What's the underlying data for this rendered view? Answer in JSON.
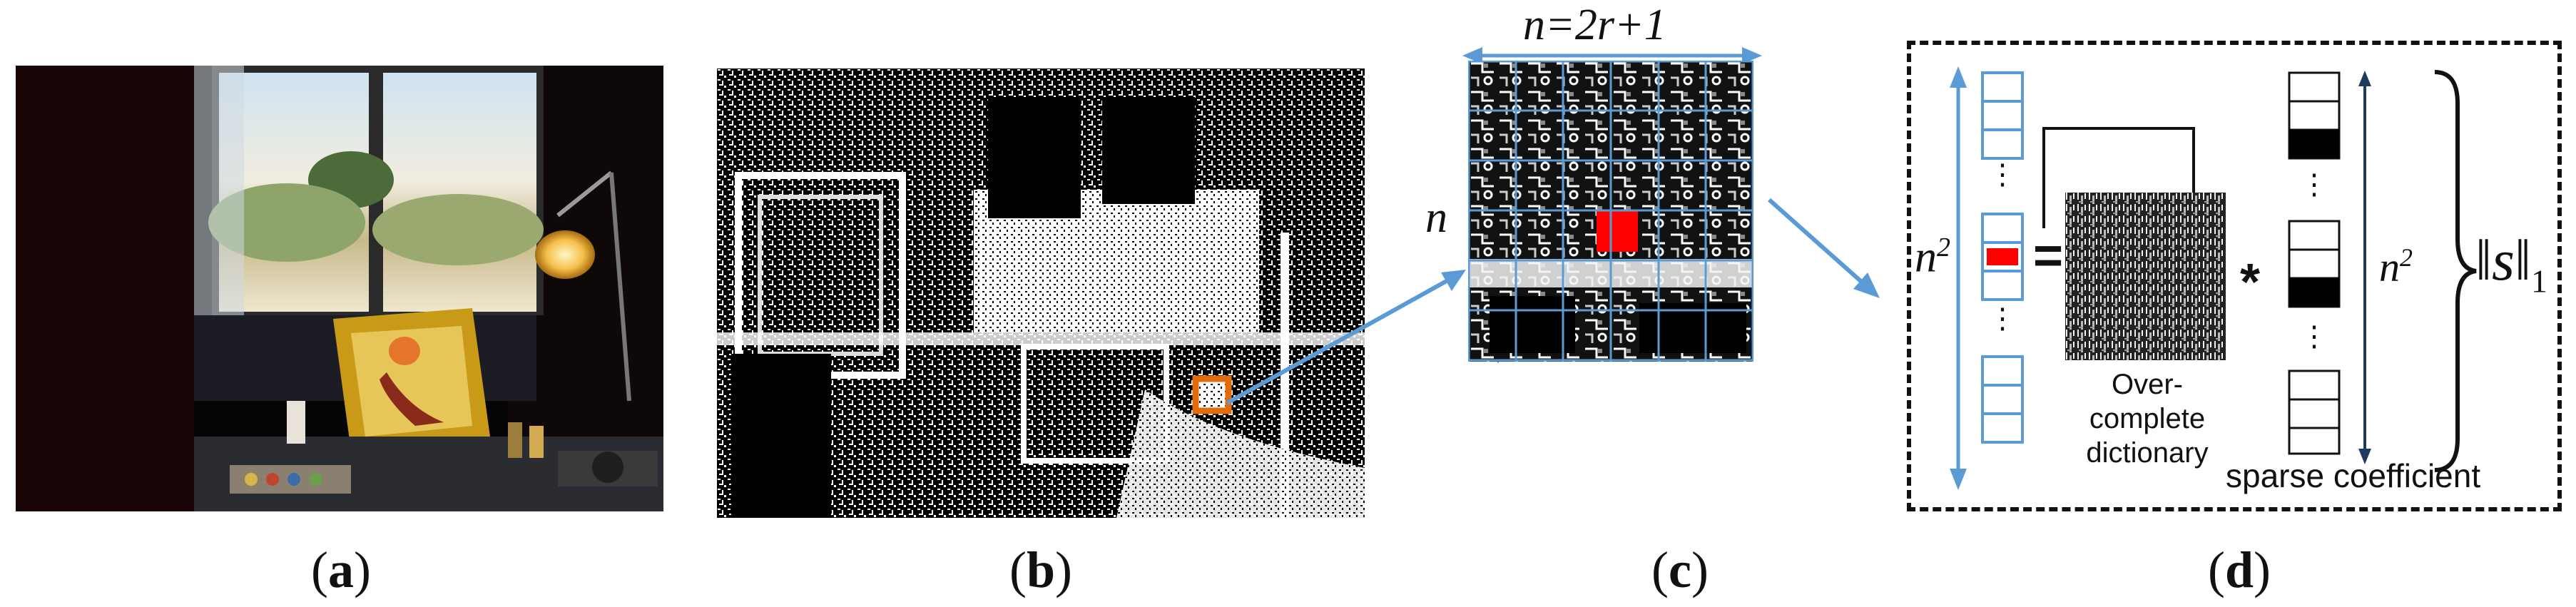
{
  "panels": {
    "a": "a",
    "b": "b",
    "c": "c",
    "d": "d"
  },
  "panel_c": {
    "top_formula": "n=2r+1",
    "side_label": "n"
  },
  "panel_d": {
    "vector_dim": "n",
    "vector_dim_sup": "2",
    "equals": "=",
    "times": "*",
    "dictionary_label_line1": "Over-complete",
    "dictionary_label_line2": "dictionary",
    "coeff_dim": "n",
    "coeff_dim_sup": "2",
    "coeff_label": "sparse coefficient",
    "norm_symbol": "s",
    "norm_subscript": "1"
  },
  "colors": {
    "accent_blue": "#5b9bd5",
    "highlight_red": "#ff0000",
    "selection_orange": "#e36c0a"
  }
}
